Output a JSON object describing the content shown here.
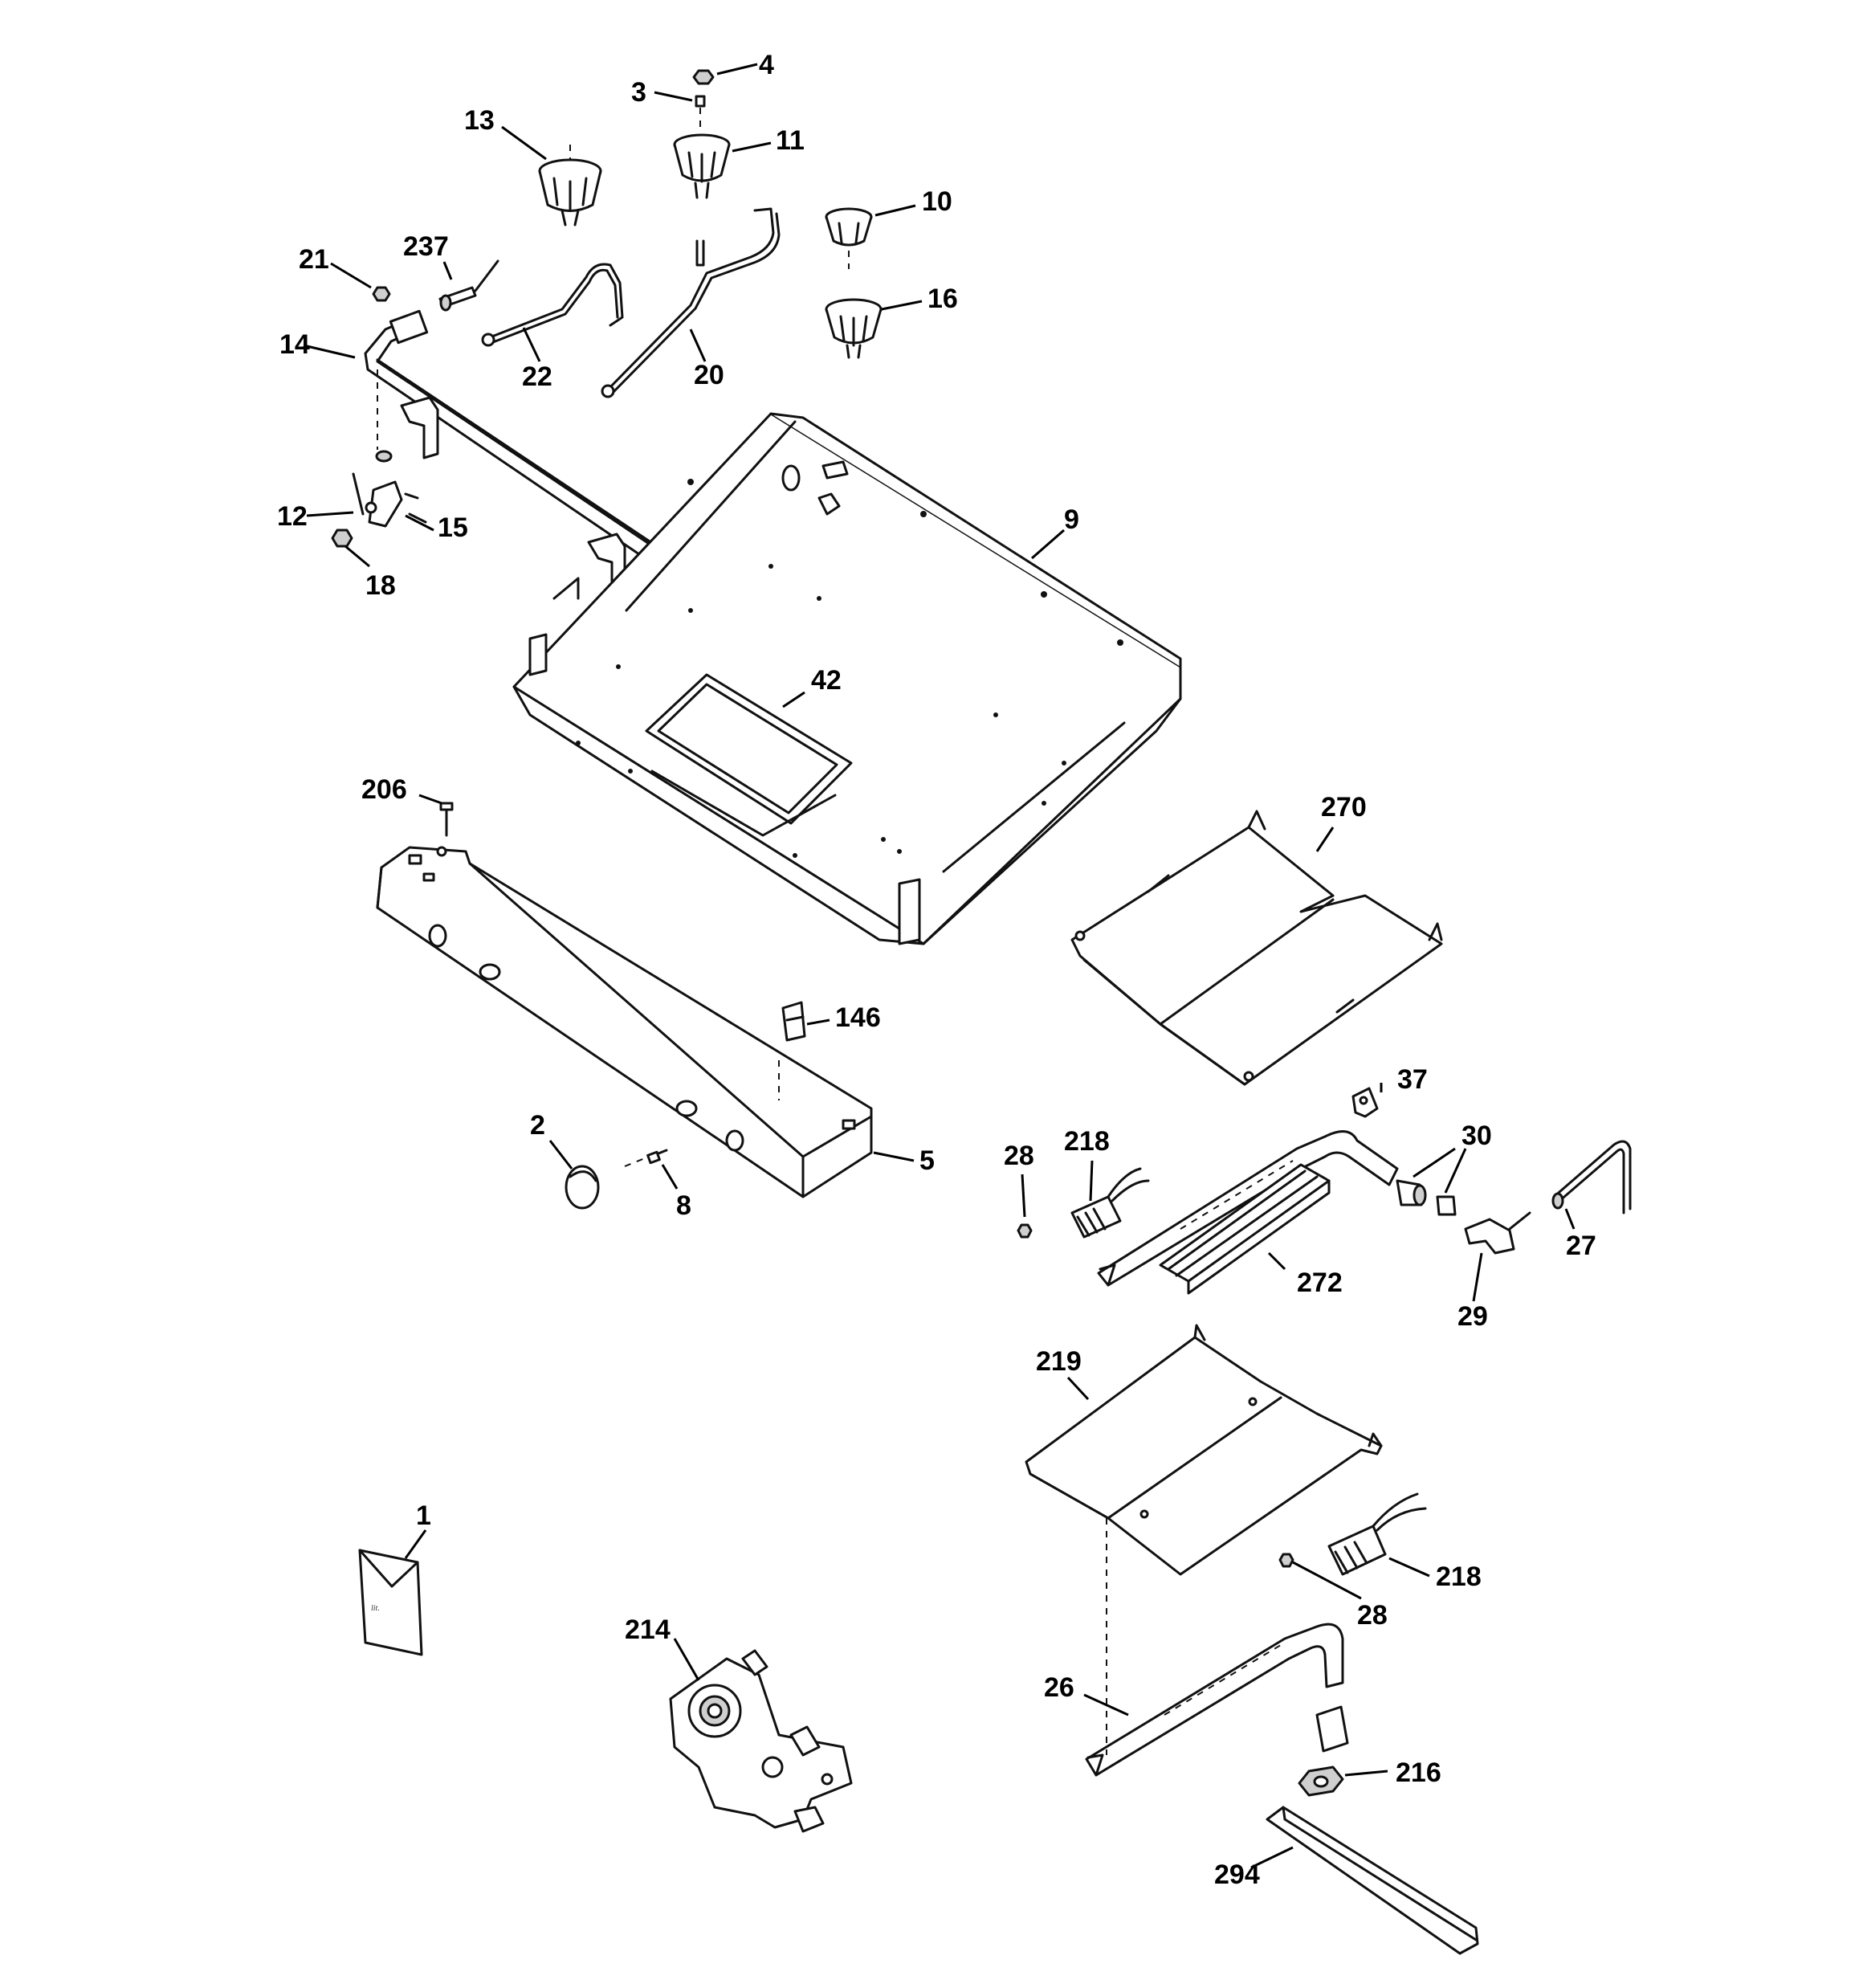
{
  "callouts": [
    {
      "label": "4"
    },
    {
      "label": "3"
    },
    {
      "label": "13"
    },
    {
      "label": "11"
    },
    {
      "label": "10"
    },
    {
      "label": "16"
    },
    {
      "label": "21"
    },
    {
      "label": "237"
    },
    {
      "label": "14"
    },
    {
      "label": "22"
    },
    {
      "label": "20"
    },
    {
      "label": "12"
    },
    {
      "label": "15"
    },
    {
      "label": "18"
    },
    {
      "label": "9"
    },
    {
      "label": "42"
    },
    {
      "label": "206"
    },
    {
      "label": "270"
    },
    {
      "label": "146"
    },
    {
      "label": "37"
    },
    {
      "label": "2"
    },
    {
      "label": "5"
    },
    {
      "label": "8"
    },
    {
      "label": "28"
    },
    {
      "label": "218"
    },
    {
      "label": "30"
    },
    {
      "label": "27"
    },
    {
      "label": "272"
    },
    {
      "label": "29"
    },
    {
      "label": "219"
    },
    {
      "label": "1"
    },
    {
      "label": "218"
    },
    {
      "label": "28"
    },
    {
      "label": "214"
    },
    {
      "label": "26"
    },
    {
      "label": "216"
    },
    {
      "label": "294"
    }
  ],
  "colors": {
    "line": "#111111",
    "background": "#ffffff"
  }
}
